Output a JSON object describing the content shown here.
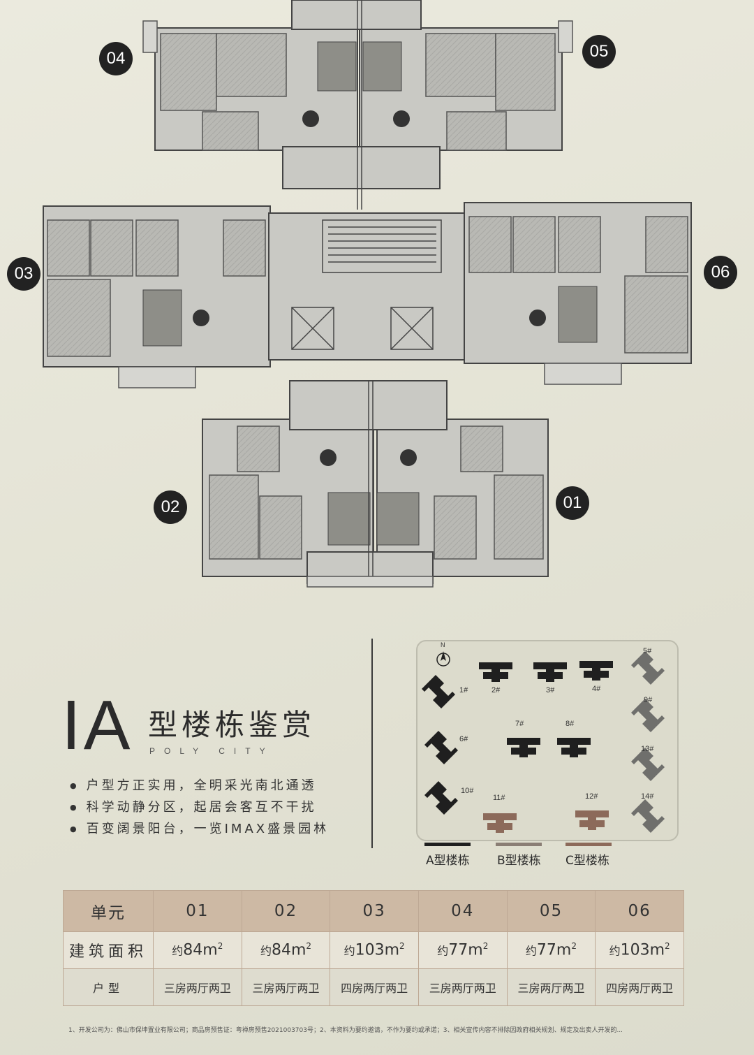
{
  "plan": {
    "unit_labels": [
      "04",
      "05",
      "03",
      "06",
      "02",
      "01"
    ]
  },
  "title": {
    "mark": "IA",
    "cn": "型楼栋鉴赏",
    "en": "POLY CITY"
  },
  "bullets": [
    "户型方正实用，全明采光南北通透",
    "科学动静分区，起居会客互不干扰",
    "百变阔景阳台，一览IMAX盛景园林"
  ],
  "site_map": {
    "compass": "N",
    "buildings": [
      {
        "label": "1#",
        "type": "A"
      },
      {
        "label": "2#",
        "type": "A"
      },
      {
        "label": "3#",
        "type": "A"
      },
      {
        "label": "4#",
        "type": "A"
      },
      {
        "label": "5#",
        "type": "C"
      },
      {
        "label": "6#",
        "type": "A"
      },
      {
        "label": "7#",
        "type": "A"
      },
      {
        "label": "8#",
        "type": "A"
      },
      {
        "label": "9#",
        "type": "C"
      },
      {
        "label": "10#",
        "type": "A"
      },
      {
        "label": "11#",
        "type": "B"
      },
      {
        "label": "12#",
        "type": "B"
      },
      {
        "label": "13#",
        "type": "C"
      },
      {
        "label": "14#",
        "type": "C"
      }
    ],
    "legend": [
      {
        "label": "A型楼栋",
        "color": "#1f1f1f"
      },
      {
        "label": "B型楼栋",
        "color": "#8a7e75"
      },
      {
        "label": "C型楼栋",
        "color": "#8c6a5a"
      }
    ],
    "colors": {
      "A": "#1f1f1f",
      "B": "#8c6a5a",
      "C": "#6f6f6c"
    }
  },
  "table": {
    "row_headers": [
      "单元",
      "建筑面积",
      "户型"
    ],
    "units": [
      "01",
      "02",
      "03",
      "04",
      "05",
      "06"
    ],
    "areas": [
      "84",
      "84",
      "103",
      "77",
      "77",
      "103"
    ],
    "area_prefix": "约",
    "area_unit": "m",
    "area_exp": "2",
    "layouts": [
      "三房两厅两卫",
      "三房两厅两卫",
      "四房两厅两卫",
      "三房两厅两卫",
      "三房两厅两卫",
      "四房两厅两卫"
    ]
  },
  "footnote": "1、开发公司为：佛山市保坤置业有限公司；商品房预售证：粤禅房预售2021003703号；2、本资料为要约邀请，不作为要约或承诺；3、相关宣传内容不排除因政府相关规划、规定及出卖人开发的..."
}
